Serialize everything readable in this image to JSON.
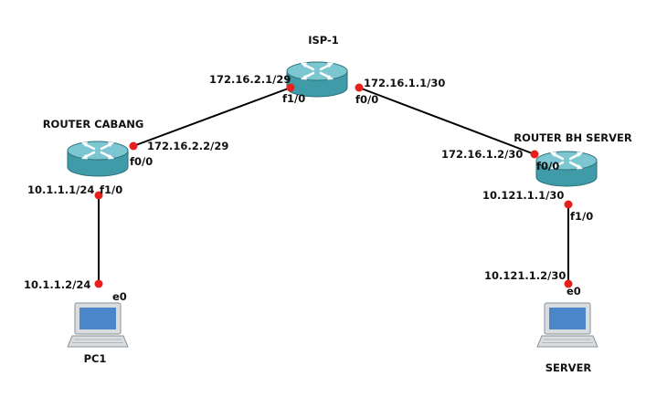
{
  "colors": {
    "link": "#000000",
    "port_dot": "#e8201c",
    "router_body": "#3f9ba8",
    "router_top": "#7cc6d1",
    "router_edge": "#2b6f7a",
    "router_arrow": "#ffffff",
    "pc_screen": "#4a86c8",
    "pc_frame": "#d9dde0"
  },
  "nodes": {
    "isp": {
      "name": "ISP-1",
      "icon": "router-icon"
    },
    "cabang": {
      "name": "ROUTER CABANG",
      "icon": "router-icon"
    },
    "bh": {
      "name": "ROUTER BH SERVER",
      "icon": "router-icon"
    },
    "pc1": {
      "name": "PC1",
      "icon": "laptop-icon"
    },
    "server": {
      "name": "SERVER",
      "icon": "laptop-icon"
    }
  },
  "labels": {
    "isp_f10_ip": "172.16.2.1/29",
    "isp_f10_port": "f1/0",
    "isp_f00_ip": "172.16.1.1/30",
    "isp_f00_port": "f0/0",
    "cabang_f00_ip": "172.16.2.2/29",
    "cabang_f00_port": "f0/0",
    "cabang_f10_ip": "10.1.1.1/24",
    "cabang_f10_port": "f1/0",
    "bh_f00_ip": "172.16.1.2/30",
    "bh_f00_port": "f0/0",
    "bh_f10_ip": "10.121.1.1/30",
    "bh_f10_port": "f1/0",
    "pc1_ip": "10.1.1.2/24",
    "pc1_port": "e0",
    "server_ip": "10.121.1.2/30",
    "server_port": "e0"
  }
}
